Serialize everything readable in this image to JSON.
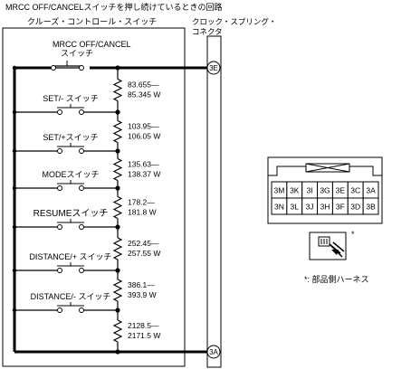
{
  "title": "MRCC OFF/CANCELスイッチを押し続けているときの回路",
  "switch_box_label": "クルーズ・コントロール・スイッチ",
  "clock_spring_label_line1": "クロック・スプリング・",
  "clock_spring_label_line2": "コネクタ",
  "top_switch": {
    "name_line1": "MRCC OFF/CANCEL",
    "name_line2": "スイッチ"
  },
  "switches": [
    {
      "label": "SET/- スイッチ"
    },
    {
      "label": "SET/+スイッチ"
    },
    {
      "label": "MODEスイッチ"
    },
    {
      "label": "RESUMEスイッチ"
    },
    {
      "label": "DISTANCE/+ スイッチ"
    },
    {
      "label": "DISTANCE/- スイッチ"
    }
  ],
  "resistors": [
    {
      "line1": "83.655—",
      "line2": "85.345 W"
    },
    {
      "line1": "103.95—",
      "line2": "106.05 W"
    },
    {
      "line1": "135.63—",
      "line2": "138.37 W"
    },
    {
      "line1": "178.2—",
      "line2": "181.8 W"
    },
    {
      "line1": "252.45—",
      "line2": "257.55 W"
    },
    {
      "line1": "386.1—",
      "line2": "393.9 W"
    },
    {
      "line1": "2128.5—",
      "line2": "2171.5 W"
    }
  ],
  "terminals": {
    "top": "3E",
    "bottom": "3A"
  },
  "connector": {
    "row1": [
      "3M",
      "3K",
      "3I",
      "3G",
      "3E",
      "3C",
      "3A"
    ],
    "row2": [
      "3N",
      "3L",
      "3J",
      "3H",
      "3F",
      "3D",
      "3B"
    ]
  },
  "harness_mark": "*",
  "harness_note": "*: 部品側ハーネス"
}
